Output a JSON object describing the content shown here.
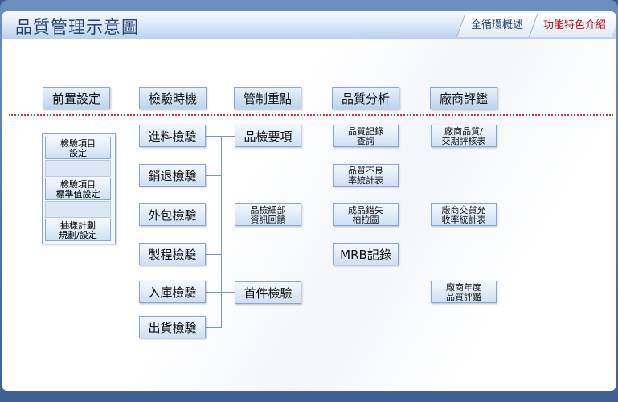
{
  "header": {
    "title": "品質管理示意圖",
    "tabs": [
      {
        "label": "全循環概述",
        "active": false
      },
      {
        "label": "功能特色介紹",
        "active": true
      }
    ]
  },
  "columns": {
    "headers": [
      "前置設定",
      "檢驗時機",
      "管制重點",
      "品質分析",
      "廠商評鑑"
    ]
  },
  "setup_items": [
    {
      "line1": "檢驗項目",
      "line2": "設定"
    },
    {
      "line1": "檢驗項目",
      "line2": "標準值設定"
    },
    {
      "line1": "抽樣計劃",
      "line2": "規劃/設定"
    }
  ],
  "timing_items": [
    "進料檢驗",
    "銷退檢驗",
    "外包檢驗",
    "製程檢驗",
    "入庫檢驗",
    "出貨檢驗"
  ],
  "control_items": {
    "item1": "品檢要項",
    "item2_line1": "品檢細部",
    "item2_line2": "資訊回饋",
    "item3": "首件檢驗"
  },
  "analysis_items": {
    "a1_line1": "品質記錄",
    "a1_line2": "查詢",
    "a2_line1": "品質不良",
    "a2_line2": "率統計表",
    "a3_line1": "成品錯失",
    "a3_line2": "柏拉圖",
    "a4": "MRB記錄"
  },
  "vendor_items": {
    "v1_line1": "廠商品質/",
    "v1_line2": "交期評核表",
    "v2_line1": "廠商交貨允",
    "v2_line2": "收率統計表",
    "v3_line1": "廠商年度",
    "v3_line2": "品質評鑑"
  },
  "colors": {
    "accent": "#c0101a",
    "frame": "#3d5f93",
    "box": "#bcd3ee",
    "line": "#7f95b5"
  }
}
